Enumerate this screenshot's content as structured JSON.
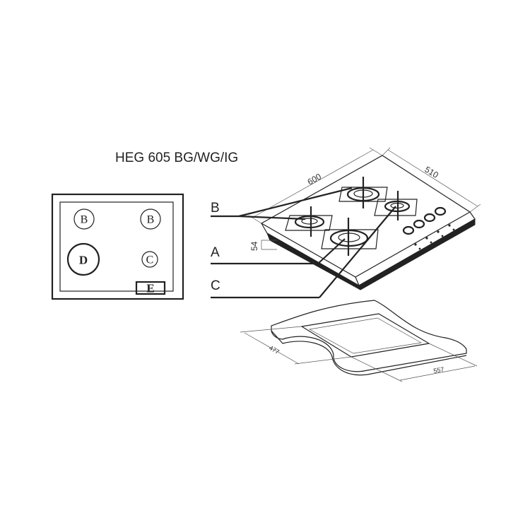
{
  "title": "HEG 605 BG/WG/IG",
  "callouts": {
    "b": "B",
    "a": "A",
    "c": "C"
  },
  "plan_view": {
    "zones": {
      "b1": "B",
      "b2": "B",
      "d": "D",
      "c": "C",
      "e": "E"
    }
  },
  "dimensions": {
    "width": "600",
    "depth": "510",
    "height": "54",
    "cutout_depth": "477",
    "cutout_width": "557"
  }
}
